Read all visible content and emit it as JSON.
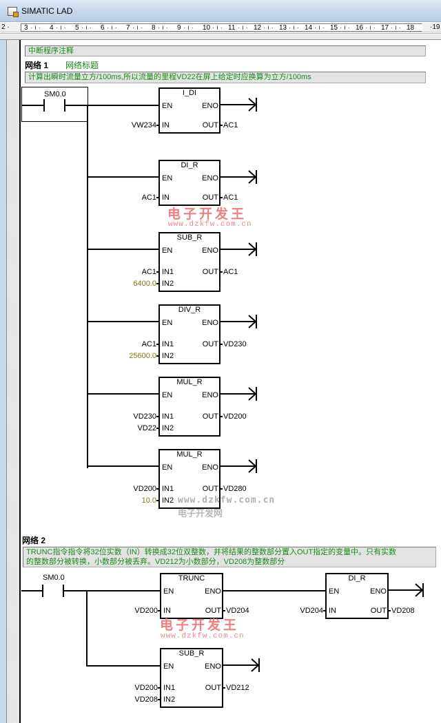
{
  "window": {
    "title": "SIMATIC LAD",
    "icon": "lad-editor-icon"
  },
  "ruler": {
    "left_label": "2 ·",
    "ticks": [
      "3",
      "4",
      "5",
      "6",
      "7",
      "8",
      "9",
      "10",
      "11",
      "12",
      "13",
      "14",
      "15",
      "16",
      "17",
      "18"
    ],
    "right_label": "·19"
  },
  "program_comment": "中断程序注释",
  "networks": [
    {
      "title": "网络 1",
      "subtitle": "网络标题",
      "comment": "计算出瞬时流量立方/100ms,所以流量的里程VD22在屏上给定时应换算为立方/100ms",
      "contact": "SM0.0",
      "boxes": [
        {
          "name": "I_DI",
          "en": "EN",
          "eno": "ENO",
          "inputs": [
            {
              "pin": "IN",
              "operand": "VW234",
              "const": false
            }
          ],
          "out_pin": "OUT",
          "out": "AC1"
        },
        {
          "name": "DI_R",
          "en": "EN",
          "eno": "ENO",
          "inputs": [
            {
              "pin": "IN",
              "operand": "AC1",
              "const": false
            }
          ],
          "out_pin": "OUT",
          "out": "AC1"
        },
        {
          "name": "SUB_R",
          "en": "EN",
          "eno": "ENO",
          "inputs": [
            {
              "pin": "IN1",
              "operand": "AC1",
              "const": false
            },
            {
              "pin": "IN2",
              "operand": "6400.0",
              "const": true
            }
          ],
          "out_pin": "OUT",
          "out": "AC1"
        },
        {
          "name": "DIV_R",
          "en": "EN",
          "eno": "ENO",
          "inputs": [
            {
              "pin": "IN1",
              "operand": "AC1",
              "const": false
            },
            {
              "pin": "IN2",
              "operand": "25600.0",
              "const": true
            }
          ],
          "out_pin": "OUT",
          "out": "VD230"
        },
        {
          "name": "MUL_R",
          "en": "EN",
          "eno": "ENO",
          "inputs": [
            {
              "pin": "IN1",
              "operand": "VD230",
              "const": false
            },
            {
              "pin": "IN2",
              "operand": "VD22",
              "const": false
            }
          ],
          "out_pin": "OUT",
          "out": "VD200"
        },
        {
          "name": "MUL_R",
          "en": "EN",
          "eno": "ENO",
          "inputs": [
            {
              "pin": "IN1",
              "operand": "VD200",
              "const": false
            },
            {
              "pin": "IN2",
              "operand": "10.0",
              "const": true
            }
          ],
          "out_pin": "OUT",
          "out": "VD280"
        }
      ]
    },
    {
      "title": "网络 2",
      "comment_line1": "TRUNC指令指令将32位实数（IN）转换成32位双整数，并将结果的整数部分置入OUT指定的变量中。只有实数",
      "comment_line2": "的整数部分被转换，小数部分被丢弃。VD212为小数部分，VD208为整数部分",
      "contact": "SM0.0",
      "boxes": [
        {
          "name": "TRUNC",
          "en": "EN",
          "eno": "ENO",
          "inputs": [
            {
              "pin": "IN",
              "operand": "VD200",
              "const": false
            }
          ],
          "out_pin": "OUT",
          "out": "VD204"
        },
        {
          "name": "DI_R",
          "en": "EN",
          "eno": "ENO",
          "inputs": [
            {
              "pin": "IN",
              "operand": "VD204",
              "const": false
            }
          ],
          "out_pin": "OUT",
          "out": "VD208"
        },
        {
          "name": "SUB_R",
          "en": "EN",
          "eno": "ENO",
          "inputs": [
            {
              "pin": "IN1",
              "operand": "VD200",
              "const": false
            },
            {
              "pin": "IN2",
              "operand": "VD208",
              "const": false
            }
          ],
          "out_pin": "OUT",
          "out": "VD212"
        }
      ]
    }
  ],
  "watermarks": {
    "red_cn": "电子开发王",
    "url": "www.dzkfw.com.cn",
    "gray_url": "www.dzkfw.com.cn",
    "gray_cn": "电子开发网"
  },
  "colors": {
    "comment_text": "#1a8a1a",
    "constant_operand": "#7f7a10",
    "watermark_red": "#f08080"
  }
}
